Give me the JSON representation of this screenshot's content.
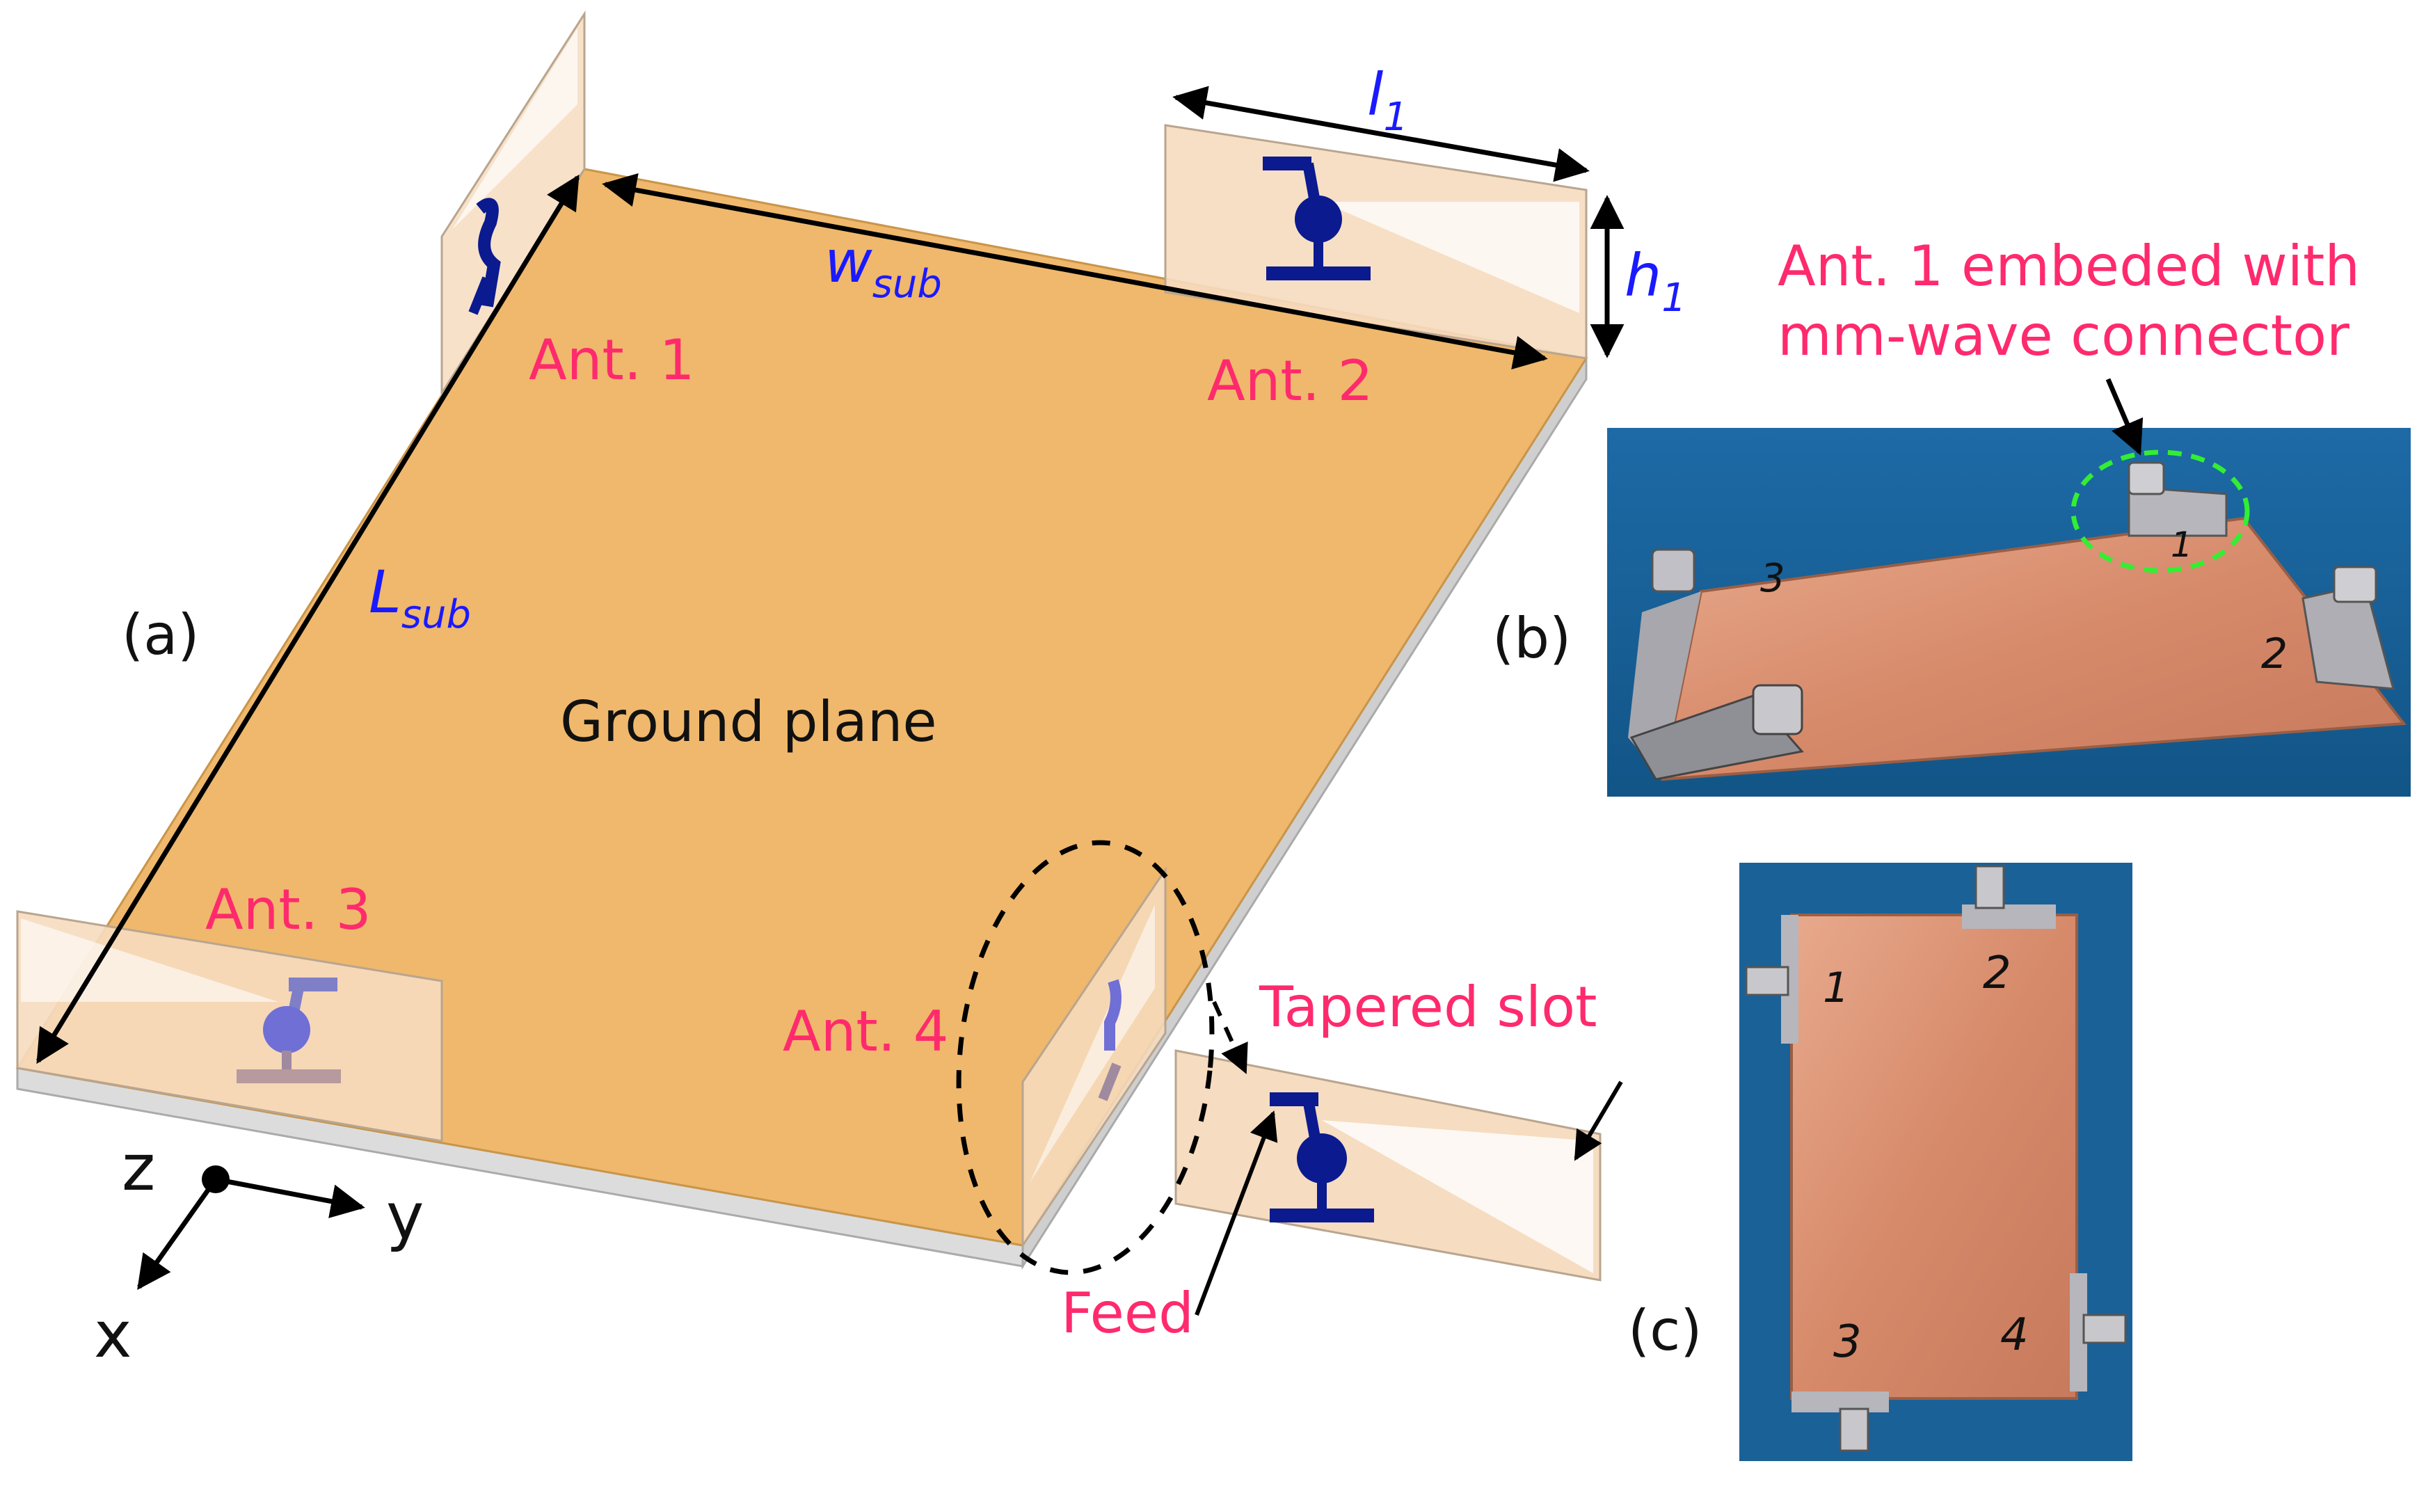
{
  "labels": {
    "panel_a": "(a)",
    "panel_b": "(b)",
    "panel_c": "(c)",
    "ant1": "Ant. 1",
    "ant2": "Ant. 2",
    "ant3": "Ant. 3",
    "ant4": "Ant. 4",
    "ground_plane": "Ground plane",
    "tapered_slot": "Tapered slot",
    "feed": "Feed",
    "embedded_line1": "Ant. 1 embeded with",
    "embedded_line2": "mm-wave connector",
    "l1_base": "l",
    "l1_sub": "1",
    "h1_base": "h",
    "h1_sub": "1",
    "wsub_base": "w",
    "wsub_sub": "sub",
    "lsub_base": "L",
    "lsub_sub": "sub",
    "axis_x": "x",
    "axis_y": "y",
    "axis_z": "z",
    "photo_b_marks": [
      "3",
      "1",
      "2"
    ],
    "photo_c_marks": [
      "1",
      "2",
      "3",
      "4"
    ]
  },
  "colors": {
    "ground": "#efb86c",
    "substrate_edge": "#d9d9d9",
    "antenna_panel": "#f6dcc0",
    "antenna_pattern": "#0b1a8f",
    "pink_text": "#ff2a6d",
    "blue_text": "#1a1aff",
    "photo_bg": "#1f6fa8",
    "copper": "#d89072"
  }
}
